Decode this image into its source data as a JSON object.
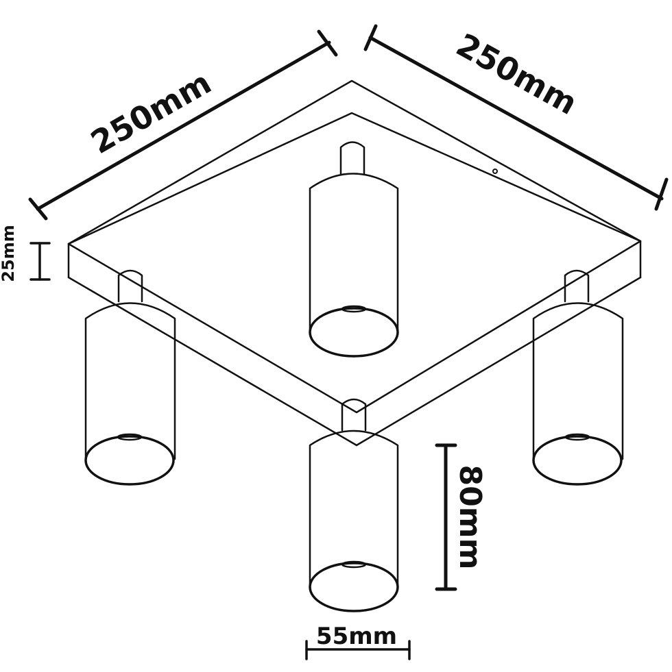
{
  "dimensions": {
    "base_width_left": "250mm",
    "base_width_right": "250mm",
    "base_height": "25mm",
    "spot_length": "80mm",
    "spot_diameter": "55mm"
  },
  "colors": {
    "line": "#111111",
    "background": "#ffffff"
  }
}
